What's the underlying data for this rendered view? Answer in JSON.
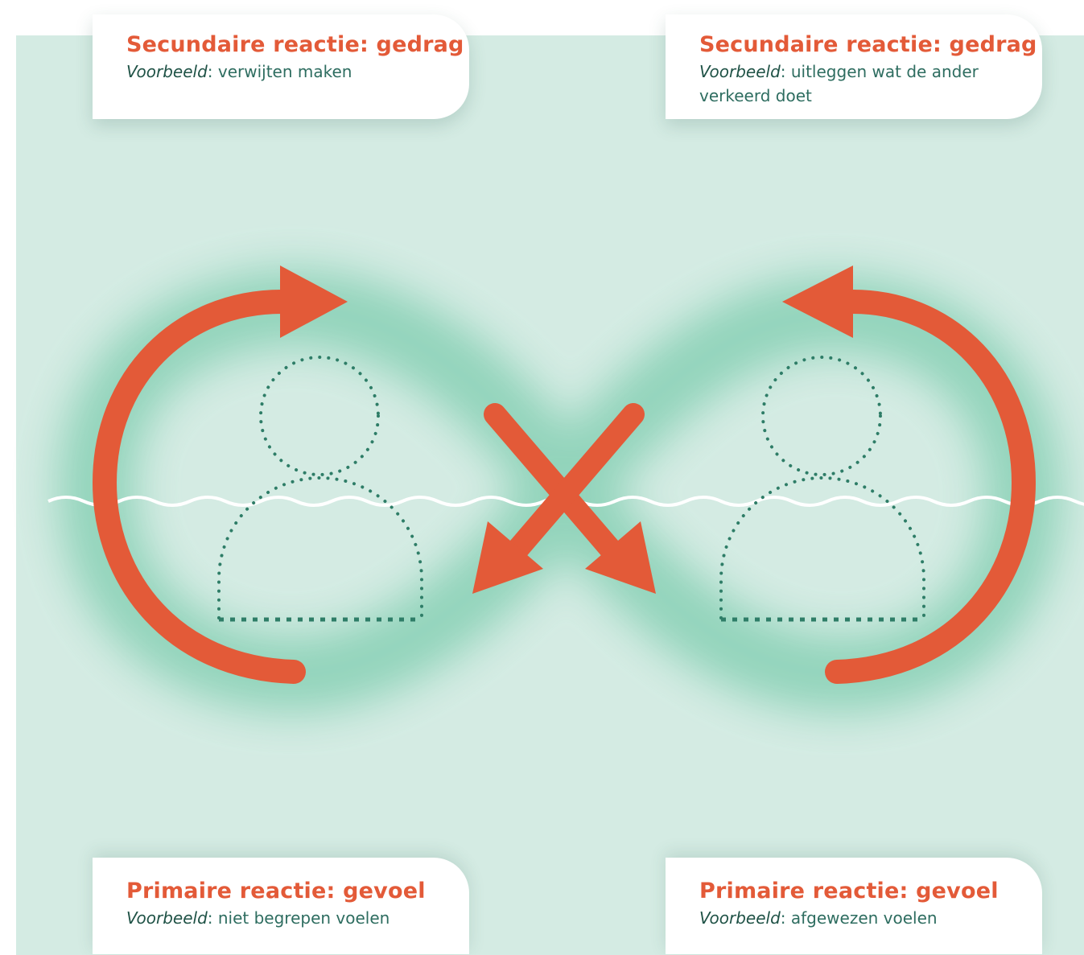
{
  "colors": {
    "background": "#d4ebe3",
    "glow": "#8fd3b9",
    "accent": "#e35a38",
    "text_dark_green": "#2e6d60",
    "dotted_figure": "#2e7d67",
    "water_line": "#ffffff"
  },
  "cards": {
    "top_left": {
      "title": "Secundaire reactie: gedrag",
      "example_label": "Voorbeeld",
      "example_text": ": verwijten maken"
    },
    "top_right": {
      "title": "Secundaire reactie: gedrag",
      "example_label": "Voorbeeld",
      "example_text": ": uitleggen wat de ander verkeerd doet"
    },
    "bottom_left": {
      "title": "Primaire reactie: gevoel",
      "example_label": "Voorbeeld",
      "example_text": ": niet begrepen voelen"
    },
    "bottom_right": {
      "title": "Primaire reactie: gevoel",
      "example_label": "Voorbeeld",
      "example_text": ": afgewezen voelen"
    }
  },
  "icons": {
    "left_cycle": "circular-arrow-icon",
    "right_cycle": "circular-arrow-icon",
    "cross": "crossed-arrows-icon",
    "person_left": "dotted-person-icon",
    "person_right": "dotted-person-icon"
  }
}
